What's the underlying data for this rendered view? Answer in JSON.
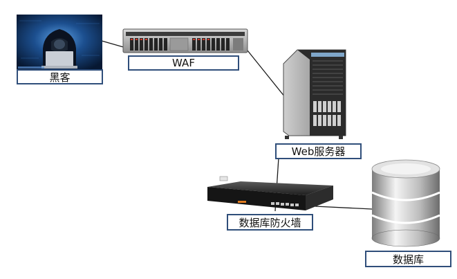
{
  "diagram": {
    "nodes": {
      "hacker": {
        "label": "黑客",
        "icon": "hacker-photo"
      },
      "waf": {
        "label": "WAF",
        "icon": "rack-server"
      },
      "web_server": {
        "label": "Web服务器",
        "icon": "tower-server"
      },
      "db_firewall": {
        "label": "数据库防火墙",
        "icon": "firewall-appliance"
      },
      "database": {
        "label": "数据库",
        "icon": "database-cylinder"
      }
    },
    "edges": [
      {
        "from": "hacker",
        "to": "waf"
      },
      {
        "from": "waf",
        "to": "web_server"
      },
      {
        "from": "web_server",
        "to": "db_firewall"
      },
      {
        "from": "db_firewall",
        "to": "database"
      }
    ],
    "colors": {
      "label_border": "#2f4e7a",
      "connector": "#1a1a1a",
      "hacker_backdrop": "#0d2a55",
      "database_fill": "#c8c8c8"
    }
  }
}
